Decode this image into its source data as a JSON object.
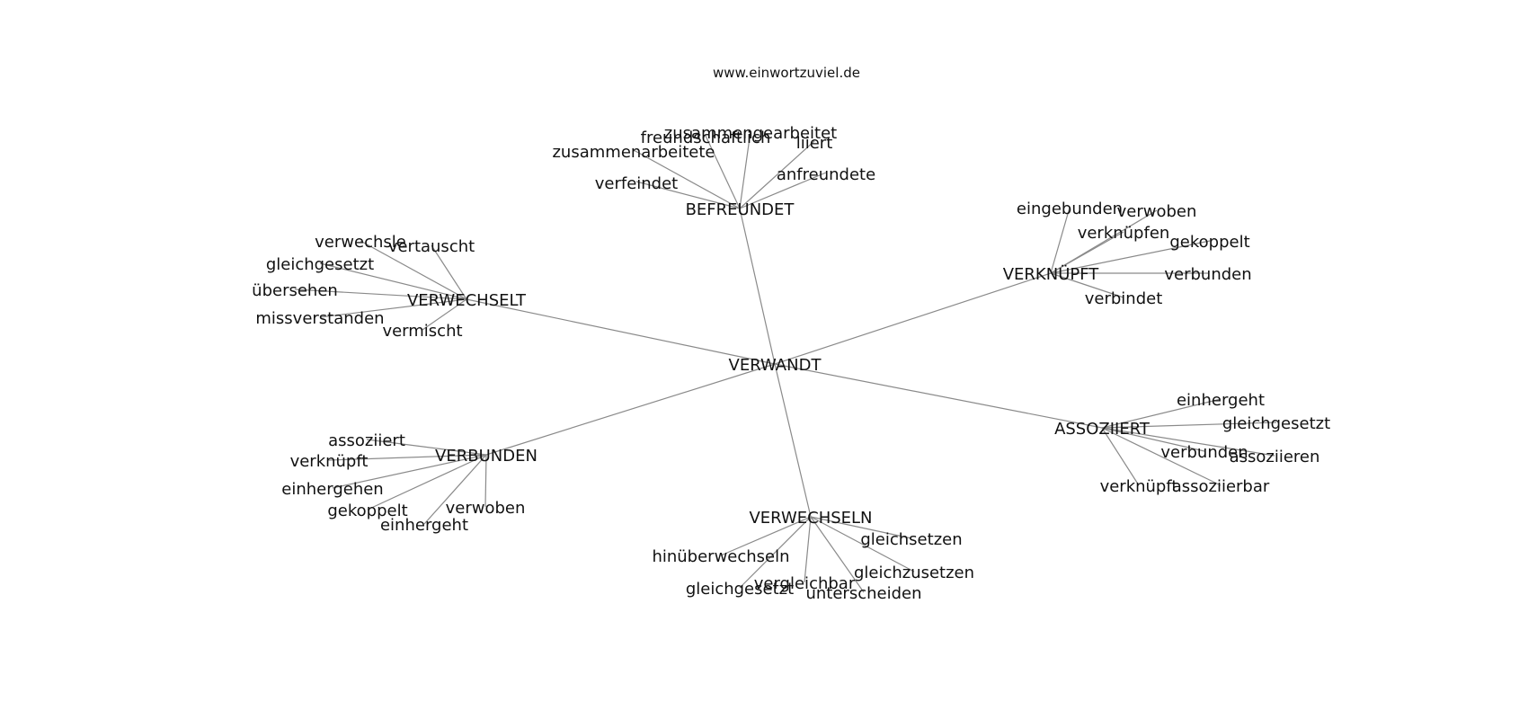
{
  "header": {
    "site": "www.einwortzuviel.de"
  },
  "graph": {
    "center": {
      "id": "verwandt",
      "label": "VERWANDT"
    },
    "hubs": [
      {
        "id": "befreundet",
        "label": "BEFREUNDET",
        "leaves": [
          {
            "id": "zusammengearbeitet",
            "label": "zusammengearbeitet"
          },
          {
            "id": "freundschaftlich",
            "label": "freundschaftlich"
          },
          {
            "id": "liiert",
            "label": "liiert"
          },
          {
            "id": "zusammenarbeitete",
            "label": "zusammenarbeitete"
          },
          {
            "id": "anfreundete",
            "label": "anfreundete"
          },
          {
            "id": "verfeindet",
            "label": "verfeindet"
          }
        ]
      },
      {
        "id": "verknuepft",
        "label": "VERKNÜPFT",
        "leaves": [
          {
            "id": "eingebunden",
            "label": "eingebunden"
          },
          {
            "id": "verwoben",
            "label": "verwoben"
          },
          {
            "id": "verknuepfen",
            "label": "verknüpfen"
          },
          {
            "id": "gekoppelt",
            "label": "gekoppelt"
          },
          {
            "id": "verbunden",
            "label": "verbunden"
          },
          {
            "id": "verbindet",
            "label": "verbindet"
          }
        ]
      },
      {
        "id": "verwechselt",
        "label": "VERWECHSELT",
        "leaves": [
          {
            "id": "verwechsle",
            "label": "verwechsle"
          },
          {
            "id": "vertauscht",
            "label": "vertauscht"
          },
          {
            "id": "gleichgesetzt",
            "label": "gleichgesetzt"
          },
          {
            "id": "uebersehen",
            "label": "übersehen"
          },
          {
            "id": "missverstanden",
            "label": "missverstanden"
          },
          {
            "id": "vermischt",
            "label": "vermischt"
          }
        ]
      },
      {
        "id": "assoziiert",
        "label": "ASSOZIIERT",
        "leaves": [
          {
            "id": "einhergeht",
            "label": "einhergeht"
          },
          {
            "id": "gleichgesetzt",
            "label": "gleichgesetzt"
          },
          {
            "id": "verbunden",
            "label": "verbunden"
          },
          {
            "id": "assoziieren",
            "label": "assoziieren"
          },
          {
            "id": "verknuepft",
            "label": "verknüpft"
          },
          {
            "id": "assoziierbar",
            "label": "assoziierbar"
          }
        ]
      },
      {
        "id": "verbunden",
        "label": "VERBUNDEN",
        "leaves": [
          {
            "id": "assoziiert",
            "label": "assoziiert"
          },
          {
            "id": "verknuepft",
            "label": "verknüpft"
          },
          {
            "id": "einhergehen",
            "label": "einhergehen"
          },
          {
            "id": "gekoppelt",
            "label": "gekoppelt"
          },
          {
            "id": "verwoben",
            "label": "verwoben"
          },
          {
            "id": "einhergeht",
            "label": "einhergeht"
          }
        ]
      },
      {
        "id": "verwechseln",
        "label": "VERWECHSELN",
        "leaves": [
          {
            "id": "gleichsetzen",
            "label": "gleichsetzen"
          },
          {
            "id": "hinueberwechseln",
            "label": "hinüberwechseln"
          },
          {
            "id": "gleichzusetzen",
            "label": "gleichzusetzen"
          },
          {
            "id": "vergleichbar",
            "label": "vergleichbar"
          },
          {
            "id": "gleichgesetzt",
            "label": "gleichgesetzt"
          },
          {
            "id": "unterscheiden",
            "label": "unterscheiden"
          }
        ]
      }
    ]
  }
}
